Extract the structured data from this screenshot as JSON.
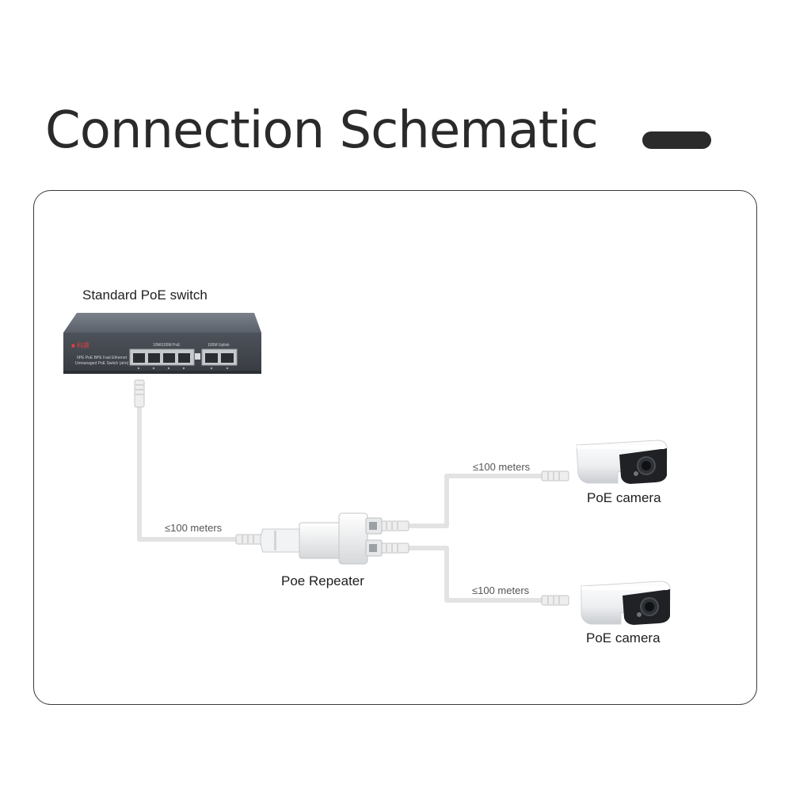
{
  "page": {
    "title": "Connection Schematic"
  },
  "diagram": {
    "switch": {
      "label": "Standard PoE switch",
      "brand_mark": "■ 科鼎",
      "port_group_1": "10M/100M PoE",
      "port_group_2": "100M Uplink",
      "caption_line1": "6PE PoE BPE Fast Ethernet",
      "caption_line2": "Unmanaged PoE Switch (ahn)"
    },
    "repeater": {
      "label": "Poe Repeater"
    },
    "camera_top": {
      "label": "PoE camera"
    },
    "camera_bottom": {
      "label": "PoE camera"
    },
    "distance_switch": "≤100 meters",
    "distance_camera_top": "≤100 meters",
    "distance_camera_bottom": "≤100 meters"
  },
  "colors": {
    "title_bar": "#2b2b2b",
    "cable": "#e6e6e6",
    "switch_body": "#4b5058",
    "panel_border": "#3a3a3a"
  }
}
